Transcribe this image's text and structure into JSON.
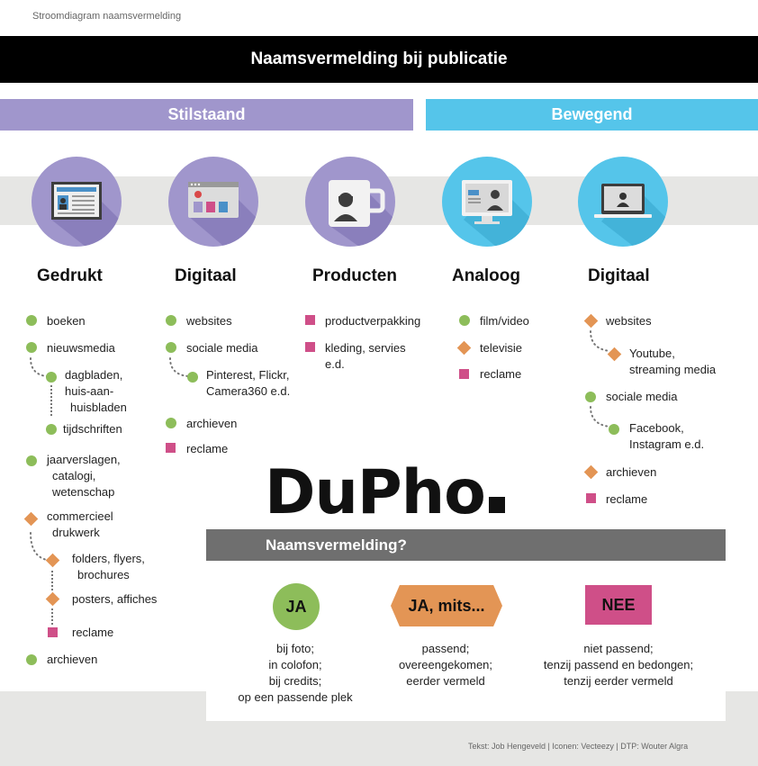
{
  "page": {
    "top_label": "Stroomdiagram naamsvermelding",
    "title": "Naamsvermelding bij publicatie",
    "credits": "Tekst: Job Hengeveld  |  Iconen: Vecteezy  |  DTP: Wouter Algra"
  },
  "categories": {
    "still": "Stilstaand",
    "moving": "Bewegend"
  },
  "colors": {
    "still": "#a096cc",
    "moving": "#55c5ea",
    "green": "#8dbd5a",
    "orange": "#e39555",
    "pink": "#cf4f88",
    "grey": "#6f6f6f",
    "black": "#000000"
  },
  "columns": {
    "gedrukt": {
      "title": "Gedrukt",
      "icon": "newspaper-icon",
      "items": {
        "boeken": "boeken",
        "nieuwsmedia": "nieuwsmedia",
        "dagbladen_1": "dagbladen,",
        "dagbladen_2": "huis-aan-",
        "dagbladen_3": "huisbladen",
        "tijdschriften": "tijdschriften",
        "jaar_1": "jaarverslagen,",
        "jaar_2": "catalogi,",
        "jaar_3": "wetenschap",
        "comm_1": "commercieel",
        "comm_2": "drukwerk",
        "folders_1": "folders, flyers,",
        "folders_2": "brochures",
        "posters": "posters, affiches",
        "reclame": "reclame",
        "archieven": "archieven"
      }
    },
    "digitaal1": {
      "title": "Digitaal",
      "icon": "browser-icon",
      "items": {
        "websites": "websites",
        "sociale_media": "sociale media",
        "pinterest_1": "Pinterest, Flickr,",
        "pinterest_2": "Camera360 e.d.",
        "archieven": "archieven",
        "reclame": "reclame"
      }
    },
    "producten": {
      "title": "Producten",
      "icon": "mug-icon",
      "items": {
        "productverpakking": "productverpakking",
        "kleding_1": "kleding, servies",
        "kleding_2": "e.d."
      }
    },
    "analoog": {
      "title": "Analoog",
      "icon": "television-icon",
      "items": {
        "film": "film/video",
        "televisie": "televisie",
        "reclame": "reclame"
      }
    },
    "digitaal2": {
      "title": "Digitaal",
      "icon": "laptop-icon",
      "items": {
        "websites": "websites",
        "youtube_1": "Youtube,",
        "youtube_2": "streaming media",
        "sociale_media": "sociale media",
        "facebook_1": "Facebook,",
        "facebook_2": "Instagram e.d.",
        "archieven": "archieven",
        "reclame": "reclame"
      }
    }
  },
  "logo": {
    "text": "DuPho"
  },
  "question": {
    "label": "Naamsvermelding?",
    "answers": {
      "ja": {
        "label": "JA",
        "lines": [
          "bij foto;",
          "in colofon;",
          "bij credits;",
          "op een passende plek"
        ]
      },
      "mits": {
        "label": "JA, mits...",
        "lines": [
          "passend;",
          "overeengekomen;",
          "eerder vermeld"
        ]
      },
      "nee": {
        "label": "NEE",
        "lines": [
          "niet passend;",
          "tenzij passend en bedongen;",
          "tenzij eerder vermeld"
        ]
      }
    }
  }
}
